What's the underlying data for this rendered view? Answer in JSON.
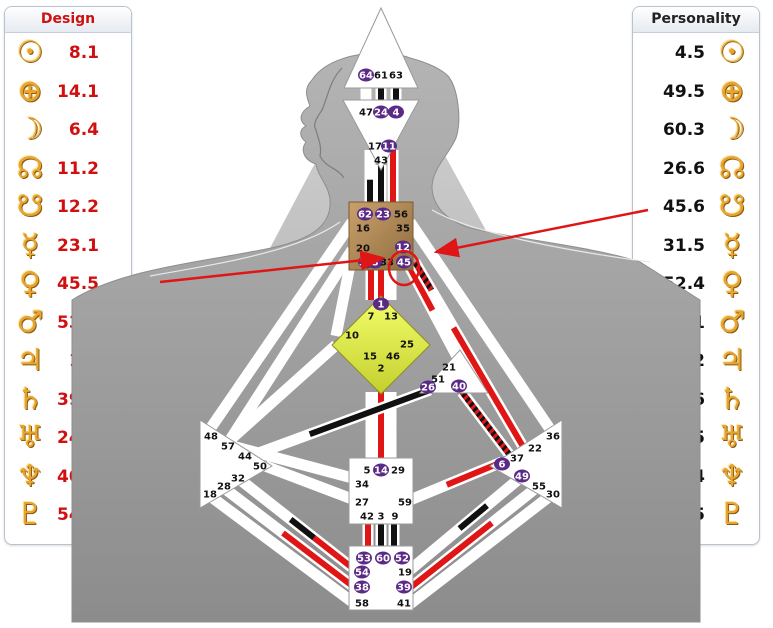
{
  "design": {
    "title": "Design",
    "rows": [
      {
        "symbol": "sun",
        "glyph": "☉",
        "value": "8.1",
        "arrow": ""
      },
      {
        "symbol": "earth",
        "glyph": "⊕",
        "value": "14.1",
        "arrow": ""
      },
      {
        "symbol": "moon",
        "glyph": "☽",
        "value": "6.4",
        "arrow": ""
      },
      {
        "symbol": "north-node",
        "glyph": "☊",
        "value": "11.2",
        "arrow": ""
      },
      {
        "symbol": "south-node",
        "glyph": "☋",
        "value": "12.2",
        "arrow": ""
      },
      {
        "symbol": "mercury",
        "glyph": "☿",
        "value": "23.1",
        "arrow": ""
      },
      {
        "symbol": "venus",
        "glyph": "♀",
        "value": "45.5",
        "arrow": ""
      },
      {
        "symbol": "mars",
        "glyph": "♂",
        "value": "53.1",
        "arrow": ""
      },
      {
        "symbol": "jupiter",
        "glyph": "♃",
        "value": "1.5",
        "arrow": ""
      },
      {
        "symbol": "saturn",
        "glyph": "♄",
        "value": "39.6",
        "arrow": ""
      },
      {
        "symbol": "uranus",
        "glyph": "♅",
        "value": "24.1",
        "arrow": ""
      },
      {
        "symbol": "neptune",
        "glyph": "♆",
        "value": "40.2",
        "arrow": ""
      },
      {
        "symbol": "pluto",
        "glyph": "♇",
        "value": "54.1",
        "arrow": "▲"
      }
    ]
  },
  "personality": {
    "title": "Personality",
    "rows": [
      {
        "symbol": "sun",
        "glyph": "☉",
        "value": "4.5",
        "arrow": ""
      },
      {
        "symbol": "earth",
        "glyph": "⊕",
        "value": "49.5",
        "arrow": ""
      },
      {
        "symbol": "moon",
        "glyph": "☽",
        "value": "60.3",
        "arrow": ""
      },
      {
        "symbol": "north-node",
        "glyph": "☊",
        "value": "26.6",
        "arrow": ""
      },
      {
        "symbol": "south-node",
        "glyph": "☋",
        "value": "45.6",
        "arrow": ""
      },
      {
        "symbol": "mercury",
        "glyph": "☿",
        "value": "31.5",
        "arrow": ""
      },
      {
        "symbol": "venus",
        "glyph": "♀",
        "value": "52.4",
        "arrow": ""
      },
      {
        "symbol": "mars",
        "glyph": "♂",
        "value": "64.1",
        "arrow": "▼"
      },
      {
        "symbol": "jupiter",
        "glyph": "♃",
        "value": "1.2",
        "arrow": ""
      },
      {
        "symbol": "saturn",
        "glyph": "♄",
        "value": "62.6",
        "arrow": "▲"
      },
      {
        "symbol": "uranus",
        "glyph": "♅",
        "value": "24.5",
        "arrow": ""
      },
      {
        "symbol": "neptune",
        "glyph": "♆",
        "value": "40.4",
        "arrow": ""
      },
      {
        "symbol": "pluto",
        "glyph": "♇",
        "value": "38.5",
        "arrow": "▼"
      }
    ]
  },
  "colors": {
    "design": "#d01010",
    "personality": "#111111",
    "gate_active": "#5b2a86",
    "throat_center": "#b08a58",
    "g_center": "#e6f04a",
    "body_shape": "#a3a3a3",
    "triangle": "#bdbdbd"
  },
  "gates": {
    "head": [
      {
        "id": "64",
        "active": true
      },
      {
        "id": "61",
        "active": false
      },
      {
        "id": "63",
        "active": false
      }
    ],
    "ajna": [
      {
        "id": "47",
        "active": false
      },
      {
        "id": "24",
        "active": true
      },
      {
        "id": "4",
        "active": true
      },
      {
        "id": "17",
        "active": false
      },
      {
        "id": "11",
        "active": true
      },
      {
        "id": "43",
        "active": false
      }
    ],
    "throat": [
      {
        "id": "62",
        "active": true
      },
      {
        "id": "23",
        "active": true
      },
      {
        "id": "56",
        "active": false
      },
      {
        "id": "16",
        "active": false
      },
      {
        "id": "35",
        "active": false
      },
      {
        "id": "20",
        "active": false
      },
      {
        "id": "12",
        "active": true
      },
      {
        "id": "31",
        "active": true
      },
      {
        "id": "8",
        "active": true
      },
      {
        "id": "33",
        "active": false
      },
      {
        "id": "45",
        "active": true
      }
    ],
    "g": [
      {
        "id": "1",
        "active": true
      },
      {
        "id": "7",
        "active": false
      },
      {
        "id": "13",
        "active": false
      },
      {
        "id": "10",
        "active": false
      },
      {
        "id": "25",
        "active": false
      },
      {
        "id": "15",
        "active": false
      },
      {
        "id": "46",
        "active": false
      },
      {
        "id": "2",
        "active": false
      }
    ],
    "ego": [
      {
        "id": "21",
        "active": false
      },
      {
        "id": "51",
        "active": false
      },
      {
        "id": "26",
        "active": true
      },
      {
        "id": "40",
        "active": true
      }
    ],
    "spleen": [
      {
        "id": "48",
        "active": false
      },
      {
        "id": "57",
        "active": false
      },
      {
        "id": "44",
        "active": false
      },
      {
        "id": "50",
        "active": false
      },
      {
        "id": "32",
        "active": false
      },
      {
        "id": "28",
        "active": false
      },
      {
        "id": "18",
        "active": false
      }
    ],
    "solar_plexus": [
      {
        "id": "36",
        "active": false
      },
      {
        "id": "22",
        "active": false
      },
      {
        "id": "37",
        "active": false
      },
      {
        "id": "6",
        "active": true
      },
      {
        "id": "49",
        "active": true
      },
      {
        "id": "55",
        "active": false
      },
      {
        "id": "30",
        "active": false
      }
    ],
    "sacral": [
      {
        "id": "5",
        "active": false
      },
      {
        "id": "14",
        "active": true
      },
      {
        "id": "29",
        "active": false
      },
      {
        "id": "34",
        "active": false
      },
      {
        "id": "27",
        "active": false
      },
      {
        "id": "59",
        "active": false
      },
      {
        "id": "42",
        "active": false
      },
      {
        "id": "3",
        "active": false
      },
      {
        "id": "9",
        "active": false
      }
    ],
    "root": [
      {
        "id": "53",
        "active": true
      },
      {
        "id": "60",
        "active": true
      },
      {
        "id": "52",
        "active": true
      },
      {
        "id": "54",
        "active": true
      },
      {
        "id": "19",
        "active": false
      },
      {
        "id": "38",
        "active": true
      },
      {
        "id": "39",
        "active": true
      },
      {
        "id": "58",
        "active": false
      },
      {
        "id": "41",
        "active": false
      }
    ]
  }
}
